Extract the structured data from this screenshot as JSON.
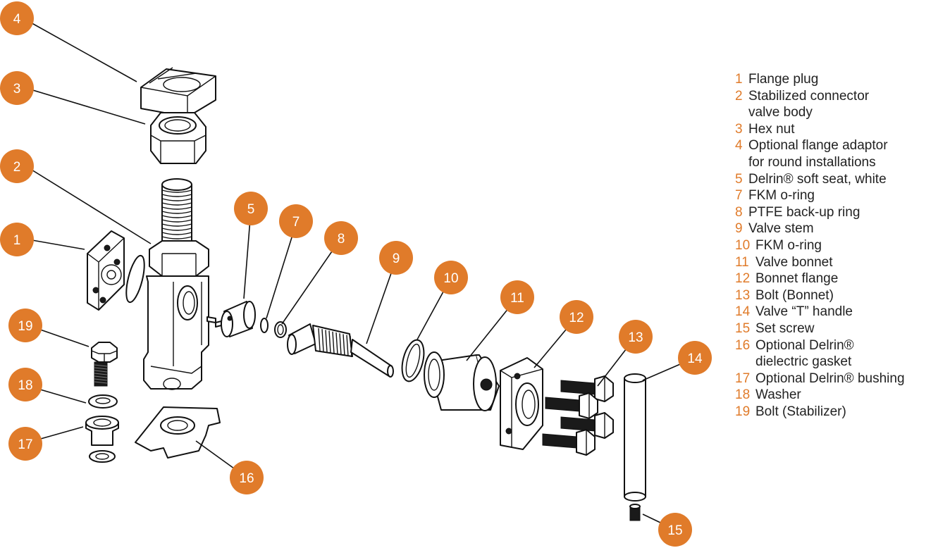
{
  "accent_color": "#E07B2A",
  "callouts": [
    {
      "num": "4"
    },
    {
      "num": "3"
    },
    {
      "num": "2"
    },
    {
      "num": "1"
    },
    {
      "num": "19"
    },
    {
      "num": "18"
    },
    {
      "num": "17"
    },
    {
      "num": "16"
    },
    {
      "num": "5"
    },
    {
      "num": "7"
    },
    {
      "num": "8"
    },
    {
      "num": "9"
    },
    {
      "num": "10"
    },
    {
      "num": "11"
    },
    {
      "num": "12"
    },
    {
      "num": "13"
    },
    {
      "num": "14"
    },
    {
      "num": "15"
    }
  ],
  "legend": [
    {
      "num": "1",
      "text": "Flange plug"
    },
    {
      "num": "2",
      "text": "Stabilized connector\nvalve body"
    },
    {
      "num": "3",
      "text": "Hex nut"
    },
    {
      "num": "4",
      "text": "Optional flange adaptor\nfor round installations"
    },
    {
      "num": "5",
      "text": "Delrin® soft seat, white"
    },
    {
      "num": "7",
      "text": "FKM o-ring"
    },
    {
      "num": "8",
      "text": "PTFE back-up ring"
    },
    {
      "num": "9",
      "text": "Valve stem"
    },
    {
      "num": "10",
      "text": "FKM o-ring"
    },
    {
      "num": "11",
      "text": "Valve bonnet"
    },
    {
      "num": "12",
      "text": "Bonnet flange"
    },
    {
      "num": "13",
      "text": "Bolt (Bonnet)"
    },
    {
      "num": "14",
      "text": "Valve “T” handle"
    },
    {
      "num": "15",
      "text": "Set screw"
    },
    {
      "num": "16",
      "text": "Optional Delrin®\ndielectric gasket"
    },
    {
      "num": "17",
      "text": "Optional Delrin® bushing"
    },
    {
      "num": "18",
      "text": "Washer"
    },
    {
      "num": "19",
      "text": "Bolt (Stabilizer)"
    }
  ]
}
